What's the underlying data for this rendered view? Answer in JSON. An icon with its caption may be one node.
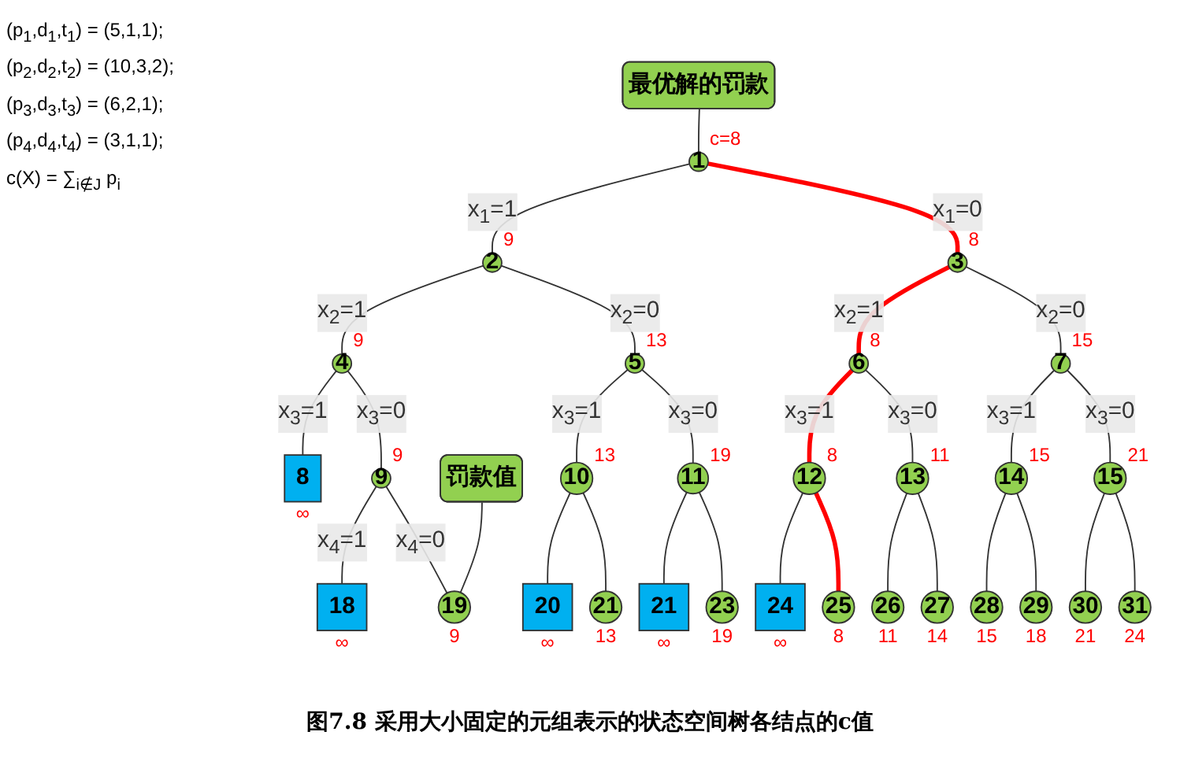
{
  "diagram": {
    "caption": "图7.8 采用大小固定的元组表示的状态空间树各结点的c值",
    "nodes": [
      {
        "text": [
          "1"
        ],
        "beside": [
          "c=8"
        ]
      },
      {
        "text": [
          "2"
        ],
        "beside": [
          "9"
        ]
      },
      {
        "text": [
          "3"
        ],
        "beside": [
          "8"
        ]
      },
      {
        "text": [
          "4"
        ],
        "beside": [
          "9"
        ]
      },
      {
        "text": [
          "5"
        ],
        "beside": [
          "13"
        ]
      },
      {
        "text": [
          "6"
        ],
        "beside": [
          "8"
        ]
      },
      {
        "text": [
          "7"
        ],
        "beside": [
          "15"
        ]
      },
      {
        "text": [
          "8"
        ],
        "beside": [
          "∞"
        ]
      },
      {
        "text": [
          "9"
        ],
        "beside": [
          "9"
        ]
      },
      {
        "text": [
          "10"
        ],
        "beside": [
          "13"
        ]
      },
      {
        "text": [
          "11"
        ],
        "beside": [
          "19"
        ]
      },
      {
        "text": [
          "12"
        ],
        "beside": [
          "8"
        ]
      },
      {
        "text": [
          "13"
        ],
        "beside": [
          "11"
        ]
      },
      {
        "text": [
          "14"
        ],
        "beside": [
          "15"
        ]
      },
      {
        "text": [
          "15"
        ],
        "beside": [
          "21"
        ]
      },
      {
        "text": [
          "18"
        ],
        "beside": [
          "∞"
        ]
      },
      {
        "text": [
          "19"
        ],
        "beside": [
          "9"
        ]
      },
      {
        "text": [
          "20"
        ],
        "beside": [
          "∞"
        ]
      },
      {
        "text": [
          "21"
        ],
        "beside": [
          "13"
        ]
      },
      {
        "text": [
          "21"
        ],
        "beside": [
          "∞"
        ]
      },
      {
        "text": [
          "23"
        ],
        "beside": [
          "19"
        ]
      },
      {
        "text": [
          "24"
        ],
        "beside": [
          "∞"
        ]
      },
      {
        "text": [
          "25"
        ],
        "beside": [
          "8"
        ]
      },
      {
        "text": [
          "26"
        ],
        "beside": [
          "11"
        ]
      },
      {
        "text": [
          "27"
        ],
        "beside": [
          "14"
        ]
      },
      {
        "text": [
          "28"
        ],
        "beside": [
          "15"
        ]
      },
      {
        "text": [
          "29"
        ],
        "beside": [
          "18"
        ]
      },
      {
        "text": [
          "30"
        ],
        "beside": [
          "21"
        ]
      },
      {
        "text": [
          "31"
        ],
        "beside": [
          "24"
        ]
      },
      {
        "text": [
          "最优解的罚款"
        ]
      },
      {
        "text": [
          "罚款值"
        ]
      }
    ],
    "edges": [
      {
        "from": 0,
        "to": 1,
        "arrow": "none",
        "label": "x$_{1}$=1"
      },
      {
        "from": 0,
        "to": 2,
        "arrow": "none",
        "label": "x$_{1}$=0",
        "style": "thick",
        "color": "#ff0000"
      },
      {
        "from": 1,
        "to": 3,
        "arrow": "none",
        "label": "x$_{2}$=1"
      },
      {
        "from": 1,
        "to": 4,
        "arrow": "none",
        "label": "x$_{2}$=0"
      },
      {
        "from": 2,
        "to": 5,
        "arrow": "none",
        "label": "x$_{2}$=1",
        "style": "thick",
        "color": "#ff0000"
      },
      {
        "from": 2,
        "to": 6,
        "arrow": "none",
        "label": "x$_{2}$=0"
      },
      {
        "from": 3,
        "to": 7,
        "arrow": "none",
        "label": "x$_{3}$=1"
      },
      {
        "from": 3,
        "to": 8,
        "arrow": "none",
        "label": "x$_{3}$=0"
      },
      {
        "from": 4,
        "to": 9,
        "arrow": "none",
        "label": "x$_{3}$=1"
      },
      {
        "from": 4,
        "to": 10,
        "arrow": "none",
        "label": "x$_{3}$=0"
      },
      {
        "from": 5,
        "to": 11,
        "arrow": "none",
        "label": "x$_{3}$=1",
        "style": "thick",
        "color": "#ff0000"
      },
      {
        "from": 5,
        "to": 12,
        "arrow": "none",
        "label": "x$_{3}$=0"
      },
      {
        "from": 6,
        "to": 13,
        "arrow": "none",
        "label": "x$_{3}$=1"
      },
      {
        "from": 6,
        "to": 14,
        "arrow": "none",
        "label": "x$_{3}$=0"
      },
      {
        "from": 8,
        "to": 15,
        "arrow": "none",
        "label": "x$_{4}$=1"
      },
      {
        "from": 8,
        "to": 16,
        "arrow": "none",
        "label": "x$_{4}$=0"
      },
      {
        "from": 9,
        "to": 17,
        "arrow": "none"
      },
      {
        "from": 9,
        "to": 18,
        "arrow": "none"
      },
      {
        "from": 10,
        "to": 19,
        "arrow": "none"
      },
      {
        "from": 10,
        "to": 20,
        "arrow": "none"
      },
      {
        "from": 11,
        "to": 21,
        "arrow": "none"
      },
      {
        "from": 11,
        "to": 22,
        "arrow": "none",
        "style": "thick",
        "color": "#ff0000"
      },
      {
        "from": 12,
        "to": 23,
        "arrow": "none"
      },
      {
        "from": 12,
        "to": 24,
        "arrow": "none"
      },
      {
        "from": 13,
        "to": 25,
        "arrow": "none"
      },
      {
        "from": 13,
        "to": 26,
        "arrow": "none"
      },
      {
        "from": 14,
        "to": 27,
        "arrow": "none"
      },
      {
        "from": 14,
        "to": 28,
        "arrow": "none"
      },
      {
        "from": 29,
        "to": 0,
        "arrow": "none"
      },
      {
        "from": 30,
        "to": 16,
        "arrow": "none"
      }
    ],
    "labels": [
      "(p$_{1}$,d$_{1}$,t$_{1}$) = (5,1,1);",
      "(p$_{2}$,d$_{2}$,t$_{2}$) = (10,3,2);",
      "(p$_{3}$,d$_{3}$,t$_{3}$) = (6,2,1);",
      "(p$_{4}$,d$_{4}$,t$_{4}$) = (3,1,1);",
      "c(X) = ∑$_{i∉J}$ p$_{i}$"
    ]
  }
}
